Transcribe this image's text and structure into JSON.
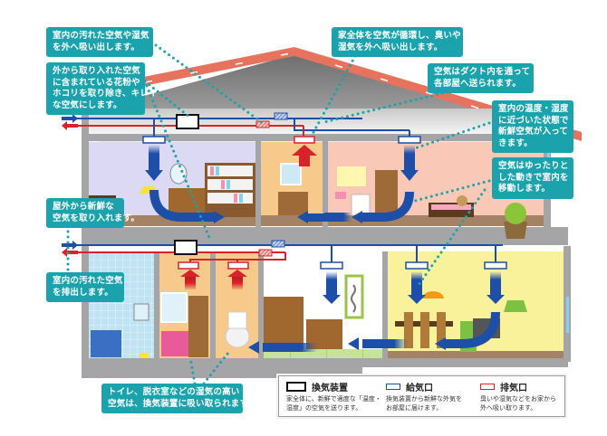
{
  "callouts": {
    "exhaust_outside": [
      "室内の汚れた空気や湿気",
      "を外へ吸い出します。"
    ],
    "filter": [
      "外から取り入れた空気",
      "に含まれている花粉や",
      "ホコリを取り除き、キレイ",
      "な空気にします。"
    ],
    "circulate": [
      "家全体を空気が循環し、臭いや",
      "湿気を外へ吸い出します。"
    ],
    "duct": [
      "空気はダクト内を通って",
      "各部屋へ送られます。"
    ],
    "temperature": [
      "室内の温度・湿度",
      "に近づいた状態で",
      "新鮮空気が入って",
      "きます。"
    ],
    "slow_move": [
      "空気はゆったりと",
      "した動きで室内を",
      "移動します。"
    ],
    "intake_fresh": [
      "屋外から新鮮な",
      "空気を取り入れます。"
    ],
    "exhaust_dirty": [
      "室内の汚れた空気",
      "を排出します。"
    ],
    "toilet": [
      "トイレ、脱衣室などの湿気の高い",
      "空気は、換気装置に吸い取られます。"
    ]
  },
  "legend": {
    "unit": {
      "title": "換気装置",
      "desc": [
        "家全体に、新鮮で適度な「温度・",
        "湿度」の空気を送ります。"
      ],
      "color": "#111111"
    },
    "supply": {
      "title": "給気口",
      "desc": [
        "換気装置から新鮮な外気を",
        "お部屋に届けます。"
      ],
      "color": "#1d4fa8"
    },
    "exhaust": {
      "title": "排気口",
      "desc": [
        "臭いや湿気などをお家から",
        "外へ吸い取ります。"
      ],
      "color": "#d9232a"
    }
  },
  "colors": {
    "callout": "#1aa3ad",
    "supply_duct": "#1d4fa8",
    "exhaust_duct": "#d9232a",
    "roof_edge": "#e5735e",
    "wall": "#a5a5a7"
  }
}
